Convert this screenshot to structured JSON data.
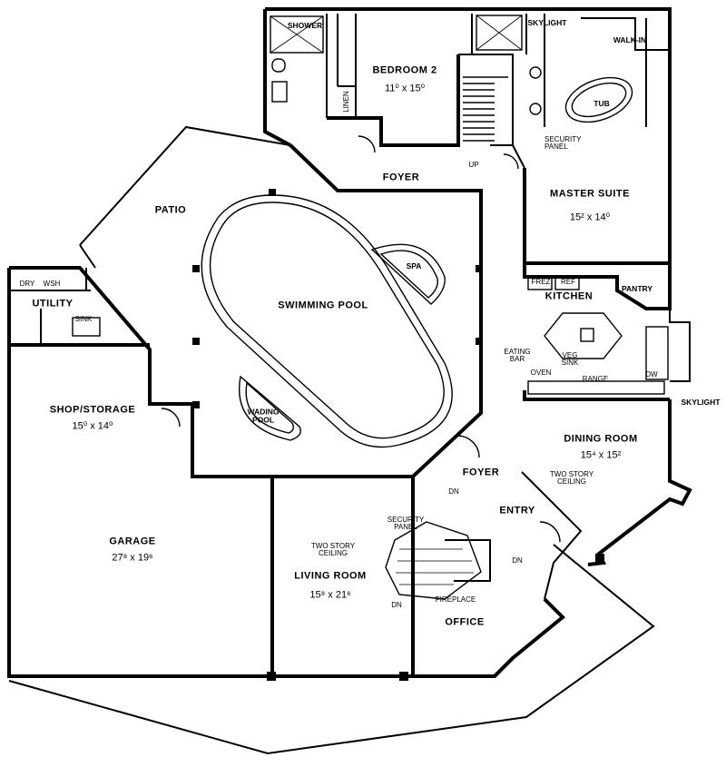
{
  "labels": {
    "shower": "SHOWER",
    "bedroom2": "BEDROOM 2",
    "bedroom2_dim": "11⁰ x 15⁰",
    "linen": "LINEN",
    "skylight_top": "SKYLIGHT",
    "walkin": "WALK-IN",
    "tub": "TUB",
    "up": "UP",
    "security_panel_top": "SECURITY\nPANEL",
    "foyer_top": "FOYER",
    "master_suite": "MASTER SUITE",
    "master_suite_dim": "15² x 14⁰",
    "patio": "PATIO",
    "spa": "SPA",
    "swimming_pool": "SWIMMING POOL",
    "wading_pool": "WADING\nPOOL",
    "dry": "DRY",
    "wsh": "WSH",
    "utility": "UTILITY",
    "sink_utility": "SINK",
    "frez": "FREZ",
    "ref": "REF",
    "pantry": "PANTRY",
    "kitchen": "KITCHEN",
    "eating_bar": "EATING\nBAR",
    "veg_sink": "VEG\nSINK",
    "oven": "OVEN",
    "range": "RANGE",
    "dw": "DW",
    "skylight_right": "SKYLIGHT",
    "shop_storage": "SHOP/STORAGE",
    "shop_storage_dim": "15⁰ x 14⁰",
    "dining_room": "DINING ROOM",
    "dining_room_dim": "15⁴ x 15²",
    "two_story_ceiling_dining": "TWO STORY\nCEILING",
    "foyer_bottom": "FOYER",
    "dn_foyer": "DN",
    "entry": "ENTRY",
    "security_panel_bottom": "SECURITY\nPANEL",
    "garage": "GARAGE",
    "garage_dim": "27⁸ x 19⁶",
    "two_story_ceiling_living": "TWO STORY\nCEILING",
    "living_room": "LIVING ROOM",
    "living_room_dim": "15⁸ x 21⁶",
    "fireplace": "FIREPLACE",
    "dn_living": "DN",
    "dn_entry": "DN",
    "office": "OFFICE"
  }
}
